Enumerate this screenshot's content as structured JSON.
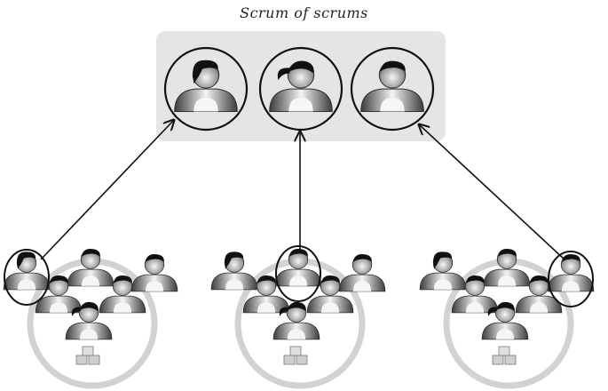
{
  "diagram": {
    "title": "Scrum of scrums",
    "colors": {
      "panel": "#e5e5e6",
      "figure_dark": "#4a4a4a",
      "figure_light": "#f2f2f2",
      "hair": "#111111",
      "team_ring": "#d2d2d2",
      "outline": "#111111"
    },
    "top_figures": [
      {
        "name": "scrum-of-scrums-member-1",
        "hair": "short-bob"
      },
      {
        "name": "scrum-of-scrums-member-2",
        "hair": "ponytail"
      },
      {
        "name": "scrum-of-scrums-member-3",
        "hair": "short"
      }
    ],
    "teams": [
      {
        "name": "team-1",
        "representative_slot": "left"
      },
      {
        "name": "team-2",
        "representative_slot": "center"
      },
      {
        "name": "team-3",
        "representative_slot": "right"
      }
    ]
  }
}
